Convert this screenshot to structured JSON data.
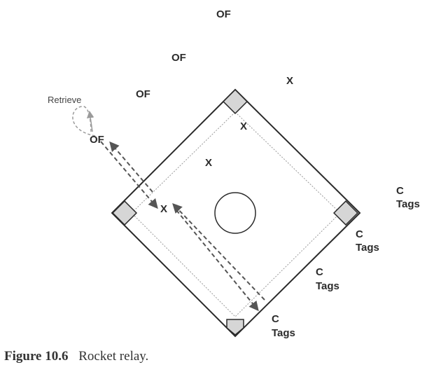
{
  "labels": {
    "of_1": "OF",
    "of_2": "OF",
    "of_3": "OF",
    "of_runner": "OF",
    "x_1": "X",
    "x_2": "X",
    "x_3": "X",
    "x_relay": "X",
    "retrieve": "Retrieve",
    "catchers": [
      {
        "c": "C",
        "tags": "Tags"
      },
      {
        "c": "C",
        "tags": "Tags"
      },
      {
        "c": "C",
        "tags": "Tags"
      },
      {
        "c": "C",
        "tags": "Tags"
      }
    ]
  },
  "caption": {
    "number": "Figure 10.6",
    "text": "Rocket relay."
  },
  "colors": {
    "line": "#2a2a2a",
    "base_fill": "#d6d6d6",
    "arrow": "#555555",
    "retrieve_arrow": "#9a9a9a"
  }
}
